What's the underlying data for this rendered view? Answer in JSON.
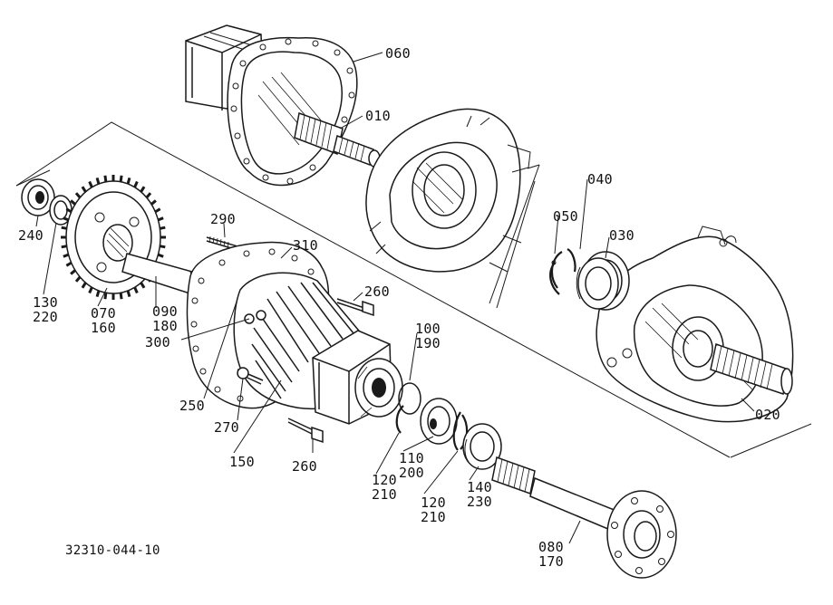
{
  "drawing_code": "32310-044-10",
  "parts": [
    {
      "id": "p060",
      "label": "060"
    },
    {
      "id": "p010",
      "label": "010"
    },
    {
      "id": "p040",
      "label": "040"
    },
    {
      "id": "p050",
      "label": "050"
    },
    {
      "id": "p030",
      "label": "030"
    },
    {
      "id": "p020",
      "label": "020"
    },
    {
      "id": "p290",
      "label": "290"
    },
    {
      "id": "p310",
      "label": "310"
    },
    {
      "id": "p260a",
      "label": "260"
    },
    {
      "id": "p240",
      "label": "240"
    },
    {
      "id": "p130_220",
      "label": "130",
      "label2": "220"
    },
    {
      "id": "p070_160",
      "label": "070",
      "label2": "160"
    },
    {
      "id": "p090_180",
      "label": "090",
      "label2": "180"
    },
    {
      "id": "p300",
      "label": "300"
    },
    {
      "id": "p100_190",
      "label": "100",
      "label2": "190"
    },
    {
      "id": "p250",
      "label": "250"
    },
    {
      "id": "p270",
      "label": "270"
    },
    {
      "id": "p150",
      "label": "150"
    },
    {
      "id": "p260b",
      "label": "260"
    },
    {
      "id": "p110_200",
      "label": "110",
      "label2": "200"
    },
    {
      "id": "p120_210a",
      "label": "120",
      "label2": "210"
    },
    {
      "id": "p140_230",
      "label": "140",
      "label2": "230"
    },
    {
      "id": "p120_210b",
      "label": "120",
      "label2": "210"
    },
    {
      "id": "p080_170",
      "label": "080",
      "label2": "170"
    }
  ]
}
